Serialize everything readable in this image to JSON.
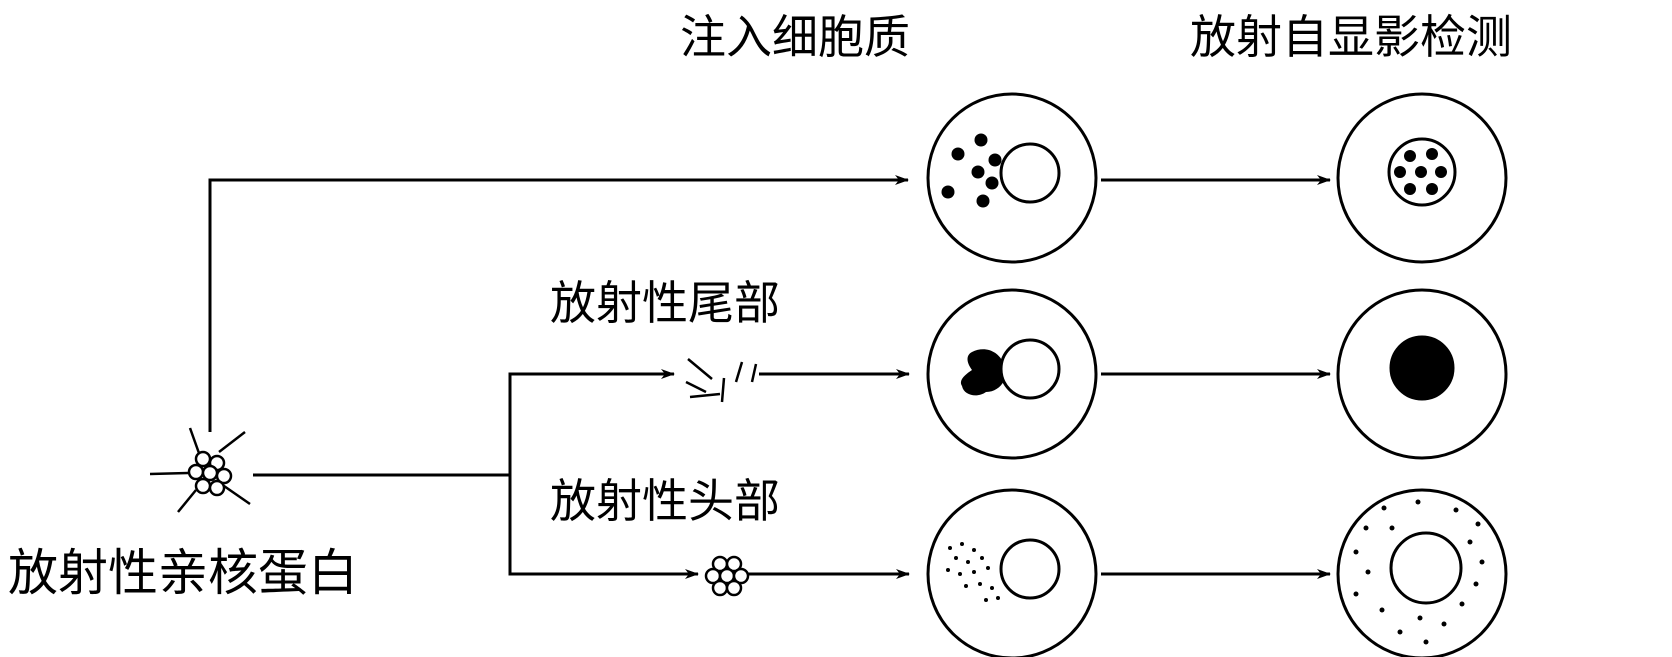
{
  "headers": {
    "inject": "注入细胞质",
    "detect": "放射自显影检测"
  },
  "labels": {
    "tail": "放射性尾部",
    "head": "放射性头部",
    "source": "放射性亲核蛋白"
  }
}
